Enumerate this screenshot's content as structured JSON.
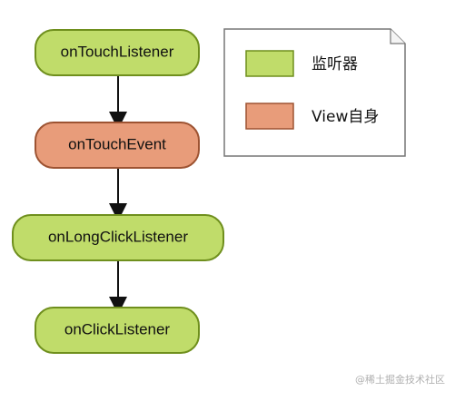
{
  "colors": {
    "listener_fill": "#c0dc6a",
    "listener_stroke": "#6f8f1d",
    "view_fill": "#e89c7a",
    "view_stroke": "#9d5332",
    "arrow": "#111111",
    "legend_border": "#777777"
  },
  "nodes": [
    {
      "label": "onTouchListener",
      "kind": "listener"
    },
    {
      "label": "onTouchEvent",
      "kind": "view"
    },
    {
      "label": "onLongClickListener",
      "kind": "listener"
    },
    {
      "label": "onClickListener",
      "kind": "listener"
    }
  ],
  "legend": {
    "items": [
      {
        "label": "监听器",
        "kind": "listener"
      },
      {
        "label": "View自身",
        "kind": "view"
      }
    ]
  },
  "watermark": "@稀土掘金技术社区"
}
